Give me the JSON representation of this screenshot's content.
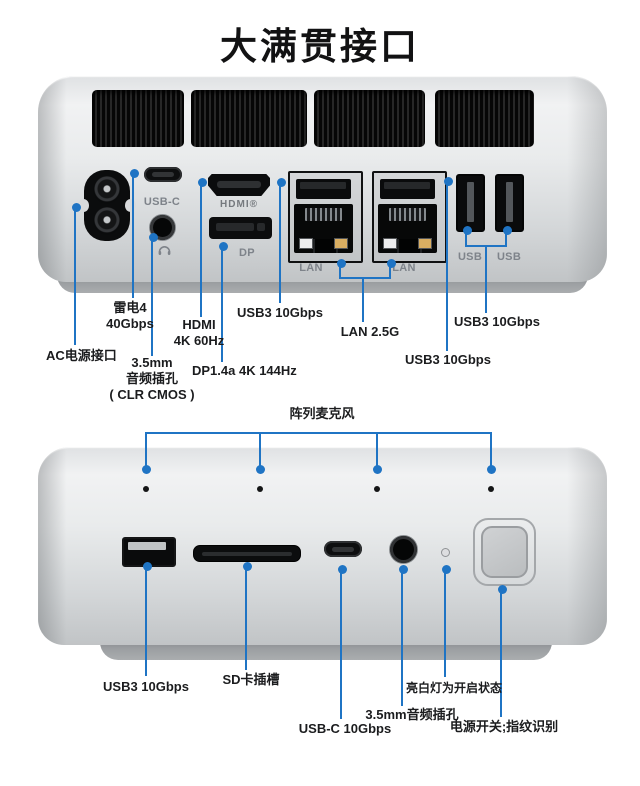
{
  "title": "大满贯接口",
  "colors": {
    "callout_blue": "#1f74c4",
    "body_silver": "#d9dbdd",
    "vent_black": "#0a0a0a",
    "led_amber": "#d9ae62"
  },
  "back": {
    "marks": {
      "usbc": "USB-C",
      "hdmi": "HDMI®",
      "dp": "DP",
      "lan1": "LAN",
      "lan2": "LAN",
      "usb1": "USB",
      "usb2": "USB",
      "jack_icon": "headphone-icon"
    },
    "labels": {
      "ac": "AC电源接口",
      "tb4_1": "雷电4",
      "tb4_2": "40Gbps",
      "jack_1": "3.5mm",
      "jack_2": "音频插孔",
      "jack_3": "( CLR CMOS )",
      "hdmi_1": "HDMI",
      "hdmi_2": "4K 60Hz",
      "dp": "DP1.4a 4K 144Hz",
      "usb3_left": "USB3 10Gbps",
      "lan": "LAN 2.5G",
      "usb3_mid": "USB3 10Gbps",
      "usb3_right": "USB3 10Gbps"
    }
  },
  "front": {
    "labels": {
      "mic": "阵列麦克风",
      "usb3": "USB3 10Gbps",
      "sd": "SD卡插槽",
      "usbc": "USB-C 10Gbps",
      "jack": "3.5mm音频插孔",
      "led": "亮白灯为开启状态",
      "power": "电源开关;指纹识别"
    }
  }
}
